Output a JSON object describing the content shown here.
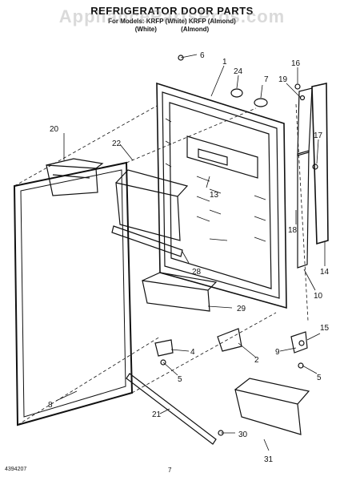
{
  "header": {
    "title": "REFRIGERATOR DOOR PARTS",
    "subtitle": "For Models: KRFP (White) KRFP (Almond)",
    "variant_white": "(White)",
    "variant_almond": "(Almond)"
  },
  "watermark": "AppliancePartsPros.com",
  "callouts": {
    "c1": "1",
    "c2": "2",
    "c4": "4",
    "c5a": "5",
    "c5b": "5",
    "c6": "6",
    "c7": "7",
    "c8": "8",
    "c9": "9",
    "c10": "10",
    "c13": "13",
    "c14": "14",
    "c15": "15",
    "c16": "16",
    "c17": "17",
    "c18": "18",
    "c19": "19",
    "c20": "20",
    "c21": "21",
    "c22": "22",
    "c24": "24",
    "c28": "28",
    "c29": "29",
    "c30": "30",
    "c31": "31"
  },
  "footer": {
    "doc_number": "4394207",
    "page_number": "7"
  }
}
